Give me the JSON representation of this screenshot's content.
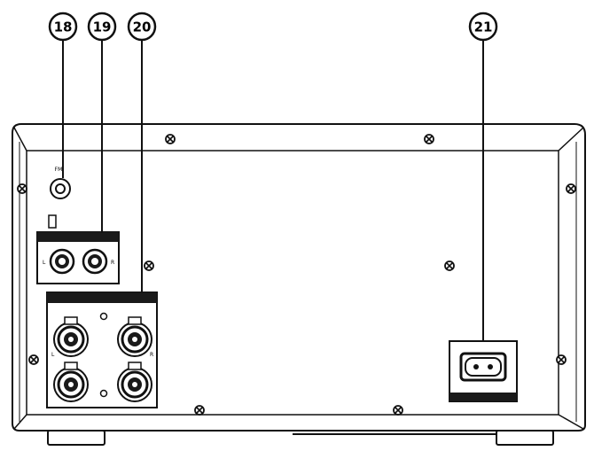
{
  "callouts": [
    {
      "id": "c18",
      "label": "18"
    },
    {
      "id": "c19",
      "label": "19"
    },
    {
      "id": "c20",
      "label": "20"
    },
    {
      "id": "c21",
      "label": "21"
    }
  ],
  "panel": {
    "fm_label": "FM",
    "line_left_mark": "L",
    "line_right_mark": "R",
    "spk_left_mark": "L",
    "spk_right_mark": "R"
  },
  "colors": {
    "ink": "#111111",
    "paper": "#ffffff",
    "panel_fill": "#1a1a1a"
  }
}
